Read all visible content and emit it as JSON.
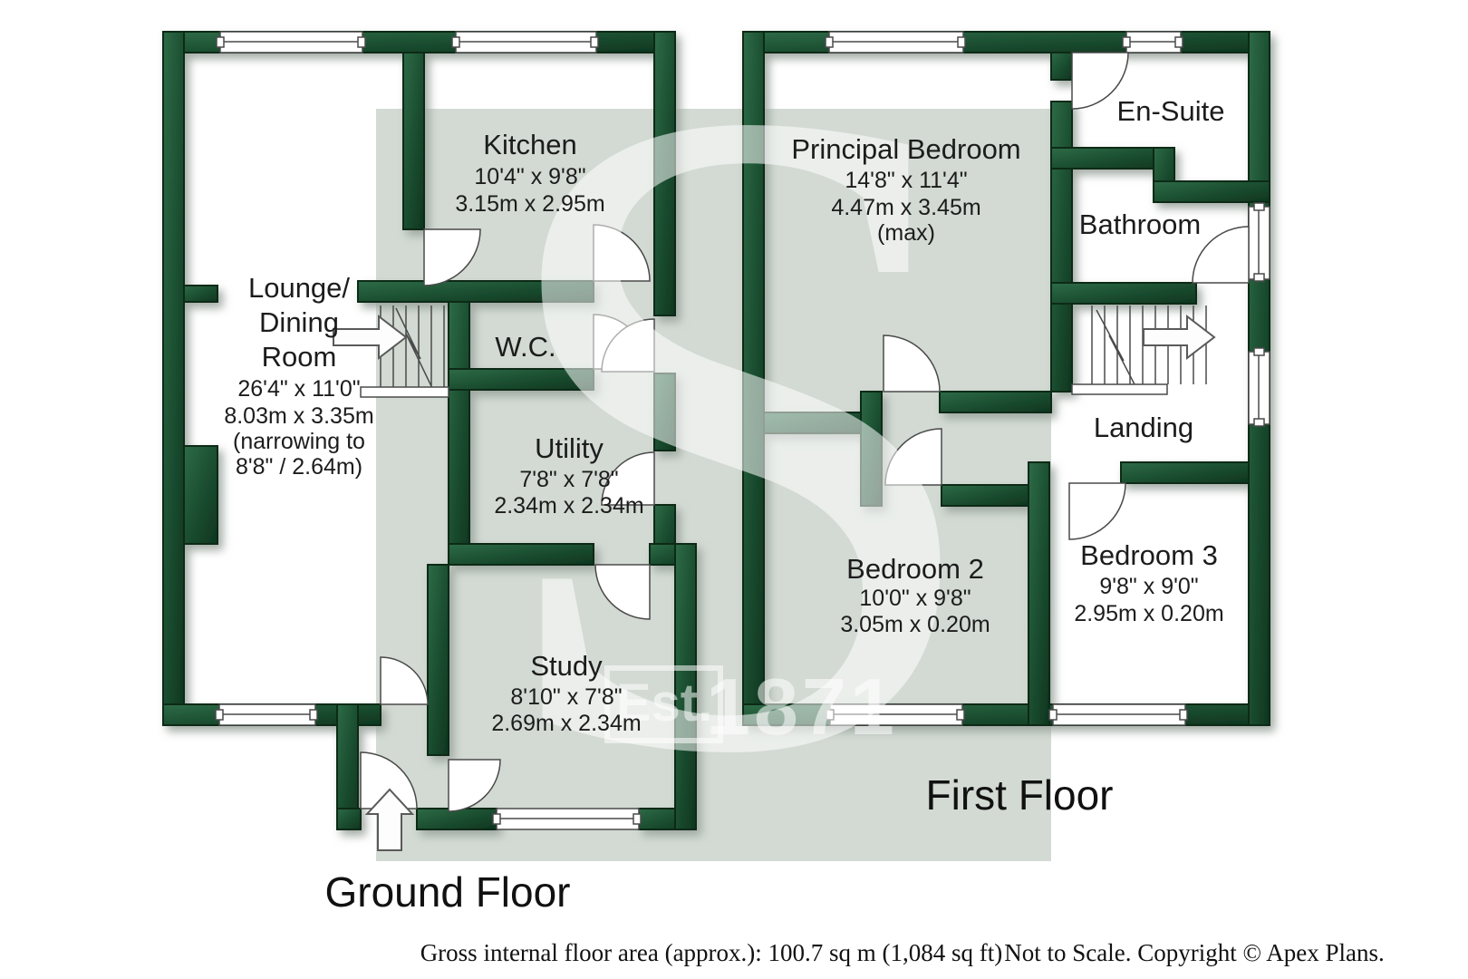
{
  "palette": {
    "wall_green_light": "#2e6b47",
    "wall_green_dark": "#0e3520",
    "wall_outline": "#0a2a18",
    "watermark_band_sage": "#d2dad3",
    "label_text": "#1c1c1c",
    "watermark_white": "#ffffff"
  },
  "ground_floor": {
    "label": "Ground Floor",
    "rooms": {
      "lounge": {
        "line1": "Lounge/",
        "line2": "Dining",
        "line3": "Room",
        "imperial": "26'4\" x 11'0\"",
        "metric": "8.03m x 3.35m",
        "note1": "(narrowing to",
        "note2": "8'8\" / 2.64m)"
      },
      "kitchen": {
        "name": "Kitchen",
        "imperial": "10'4\" x 9'8\"",
        "metric": "3.15m x 2.95m"
      },
      "wc": {
        "name": "W.C."
      },
      "utility": {
        "name": "Utility",
        "imperial": "7'8\" x 7'8\"",
        "metric": "2.34m x 2.34m"
      },
      "study": {
        "name": "Study",
        "imperial": "8'10\" x 7'8\"",
        "metric": "2.69m x 2.34m"
      }
    }
  },
  "first_floor": {
    "label": "First Floor",
    "rooms": {
      "principal_bedroom": {
        "name": "Principal Bedroom",
        "imperial": "14'8\" x 11'4\"",
        "metric": "4.47m x 3.45m",
        "note": "(max)"
      },
      "en_suite": {
        "name": "En-Suite"
      },
      "bathroom": {
        "name": "Bathroom"
      },
      "landing": {
        "name": "Landing"
      },
      "bedroom2": {
        "name": "Bedroom 2",
        "imperial": "10'0\" x 9'8\"",
        "metric": "3.05m x 0.20m"
      },
      "bedroom3": {
        "name": "Bedroom 3",
        "imperial": "9'8\" x 9'0\"",
        "metric": "2.95m x 0.20m"
      }
    }
  },
  "watermark": {
    "letter": "S",
    "est": "Est.",
    "year": "1871"
  },
  "footer": {
    "area": "Gross internal floor area (approx.): 100.7 sq m (1,084 sq ft)",
    "note": "Not to Scale. Copyright © Apex Plans."
  }
}
